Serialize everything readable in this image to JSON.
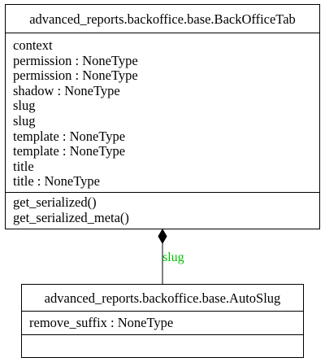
{
  "classes": {
    "backoffice_tab": {
      "name": "advanced_reports.backoffice.base.BackOfficeTab",
      "attributes": [
        "context",
        "permission : NoneType",
        "permission : NoneType",
        "shadow : NoneType",
        "slug",
        "slug",
        "template : NoneType",
        "template : NoneType",
        "title",
        "title : NoneType"
      ],
      "methods": [
        "get_serialized()",
        "get_serialized_meta()"
      ]
    },
    "autoslug": {
      "name": "advanced_reports.backoffice.base.AutoSlug",
      "attributes": [
        "remove_suffix : NoneType"
      ],
      "methods": []
    }
  },
  "association": {
    "label": "slug",
    "label_color": "#00c000",
    "kind": "composition"
  }
}
